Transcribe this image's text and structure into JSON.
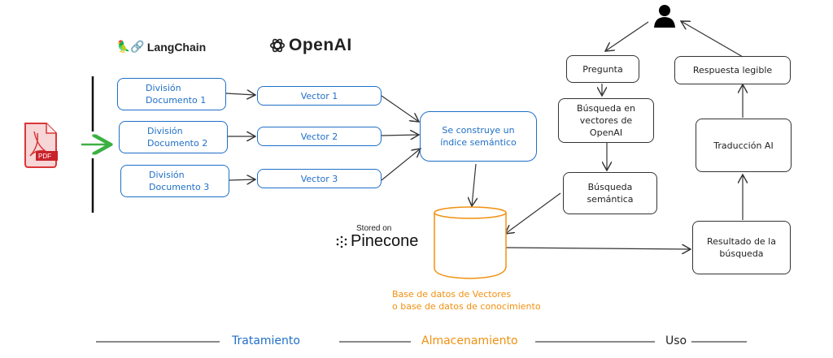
{
  "logos": {
    "langchain": {
      "emoji": "🦜🔗",
      "label": "LangChain"
    },
    "openai": {
      "label": "OpenAI"
    },
    "pinecone": {
      "caption": "Stored on",
      "label": "Pinecone"
    }
  },
  "input": {
    "file_icon_label": "PDF"
  },
  "treatment": {
    "splits": [
      {
        "line1": "División",
        "line2": "Documento 1"
      },
      {
        "line1": "División",
        "line2": "Documento 2"
      },
      {
        "line1": "División",
        "line2": "Documento 3"
      }
    ],
    "vectors": [
      "Vector 1",
      "Vector 2",
      "Vector 3"
    ],
    "index": {
      "line1": "Se construye un",
      "line2": "índice semántico"
    }
  },
  "storage": {
    "caption_line1": "Base de datos de Vectores",
    "caption_line2": "o base de datos de conocimiento"
  },
  "usage": {
    "question": "Pregunta",
    "vector_search": {
      "line1": "Búsqueda en",
      "line2": "vectores de",
      "line3": "OpenAI"
    },
    "semantic_search": {
      "line1": "Búsqueda",
      "line2": "semántica"
    },
    "result": {
      "line1": "Resultado de la",
      "line2": "búsqueda"
    },
    "translation": "Traducción AI",
    "answer": "Respuesta legible"
  },
  "phases": {
    "treatment": "Tratamiento",
    "storage": "Almacenamiento",
    "usage": "Uso"
  },
  "colors": {
    "blue": "#1f6fc7",
    "orange": "#f0900f",
    "green_arrow": "#3cb043",
    "pdf_red": "#d9373a",
    "ink": "#222222"
  }
}
